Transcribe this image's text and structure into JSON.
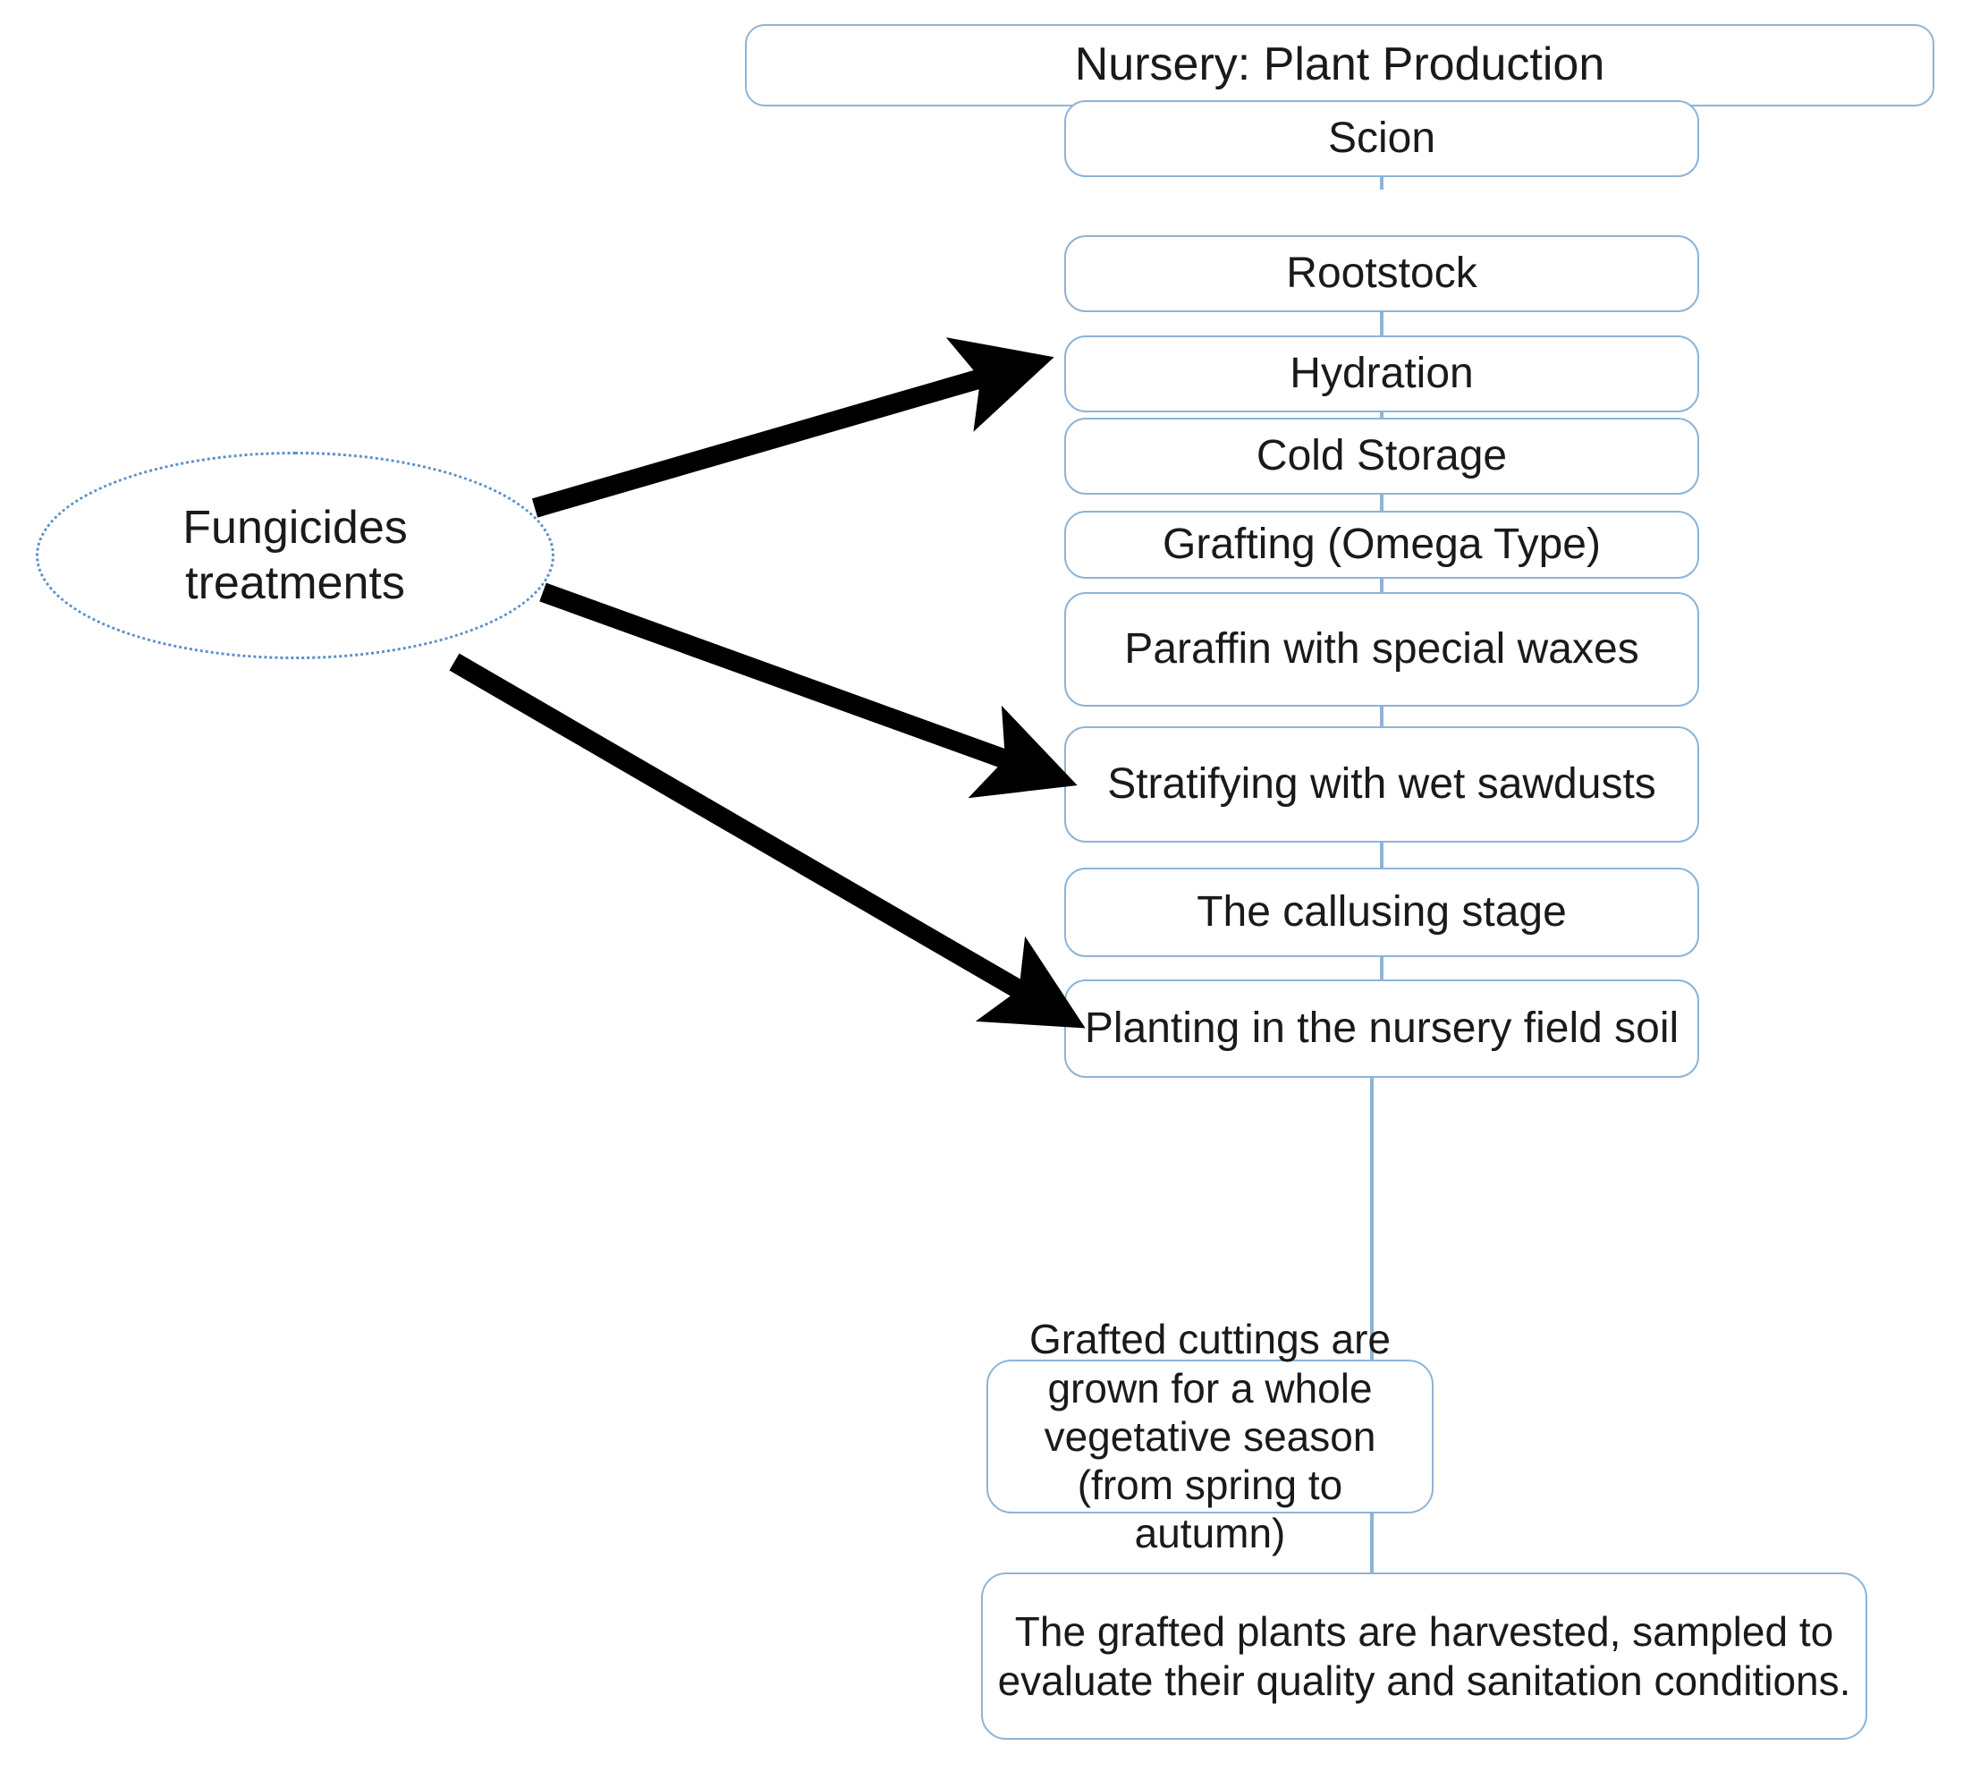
{
  "diagram": {
    "title": "Nursery: Plant Production",
    "source_node": {
      "label": "Fungicides\ntreatments",
      "line1": "Fungicides",
      "line2": "treatments",
      "shape": "ellipse",
      "border_color": "#5b8fc7"
    },
    "process_steps": [
      {
        "label": "Scion",
        "lines": 1
      },
      {
        "label": "Rootstock",
        "lines": 1
      },
      {
        "label": "Hydration",
        "lines": 1
      },
      {
        "label": "Cold Storage",
        "lines": 1
      },
      {
        "label": "Grafting (Omega Type)",
        "lines": 1
      },
      {
        "label": "Paraffin with special waxes",
        "lines": 2
      },
      {
        "label": "Stratifying with  wet sawdusts",
        "lines": 2
      },
      {
        "label": "The callusing stage",
        "lines": 1
      },
      {
        "label": "Planting in the nursery field soil",
        "lines": 2
      }
    ],
    "outcome_steps": [
      {
        "label": "Grafted  cuttings  are grown for a whole vegetative season (from spring to autumn)"
      },
      {
        "label": "The grafted plants are harvested, sampled to evaluate their quality and sanitation conditions."
      }
    ],
    "connections": [
      {
        "from": "Fungicides treatments",
        "to": "Hydration",
        "style": "thick-black-arrow"
      },
      {
        "from": "Fungicides treatments",
        "to": "Stratifying with  wet sawdusts",
        "style": "thick-black-arrow"
      },
      {
        "from": "Fungicides treatments",
        "to": "Planting in the nursery field soil",
        "style": "thick-black-arrow"
      }
    ],
    "colors": {
      "box_border": "#8eb4d6",
      "connector_line": "#8eb4d6",
      "arrow": "#000000",
      "text": "#1a1a1a",
      "background": "#ffffff"
    }
  }
}
